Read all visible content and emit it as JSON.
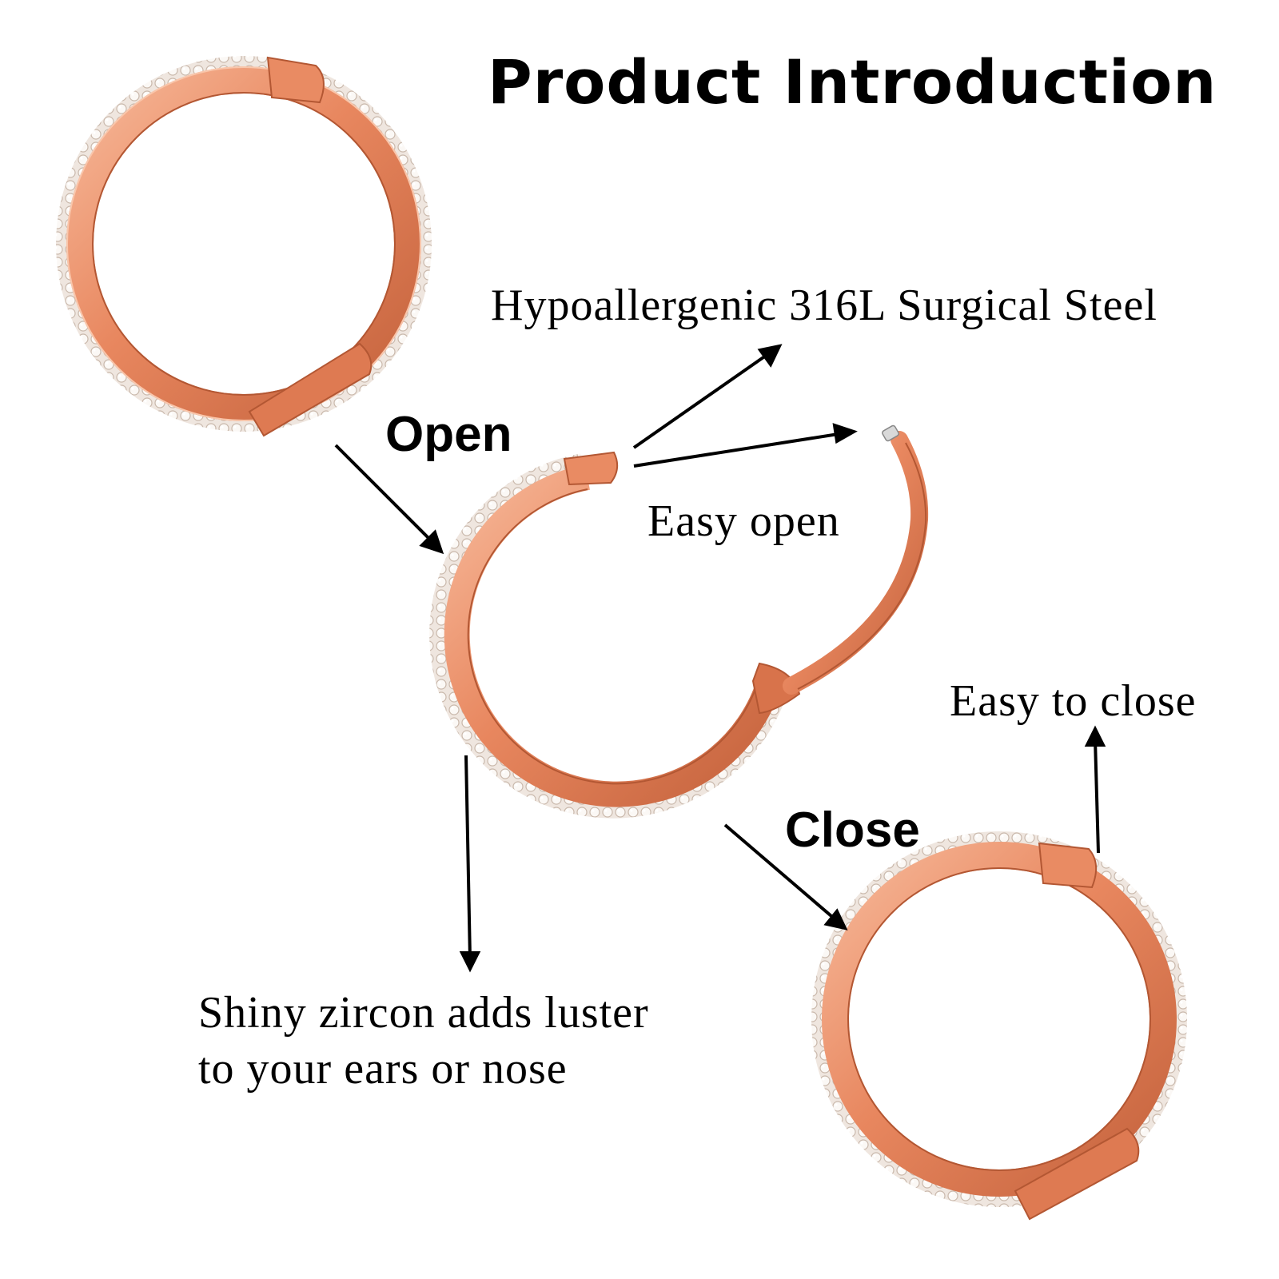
{
  "title": "Product Introduction",
  "labels": {
    "open": "Open",
    "close": "Close",
    "steel": "Hypoallergenic 316L Surgical Steel",
    "easy_open": "Easy open",
    "easy_close": "Easy to close",
    "zircon_line1": "Shiny zircon adds luster",
    "zircon_line2": "to your ears or nose"
  },
  "colors": {
    "rose_gold": "#e8875f",
    "rose_gold_dark": "#c4623c",
    "rose_gold_light": "#f7b99a",
    "zircon": "#f2ece6",
    "text": "#000000",
    "background": "#ffffff"
  }
}
